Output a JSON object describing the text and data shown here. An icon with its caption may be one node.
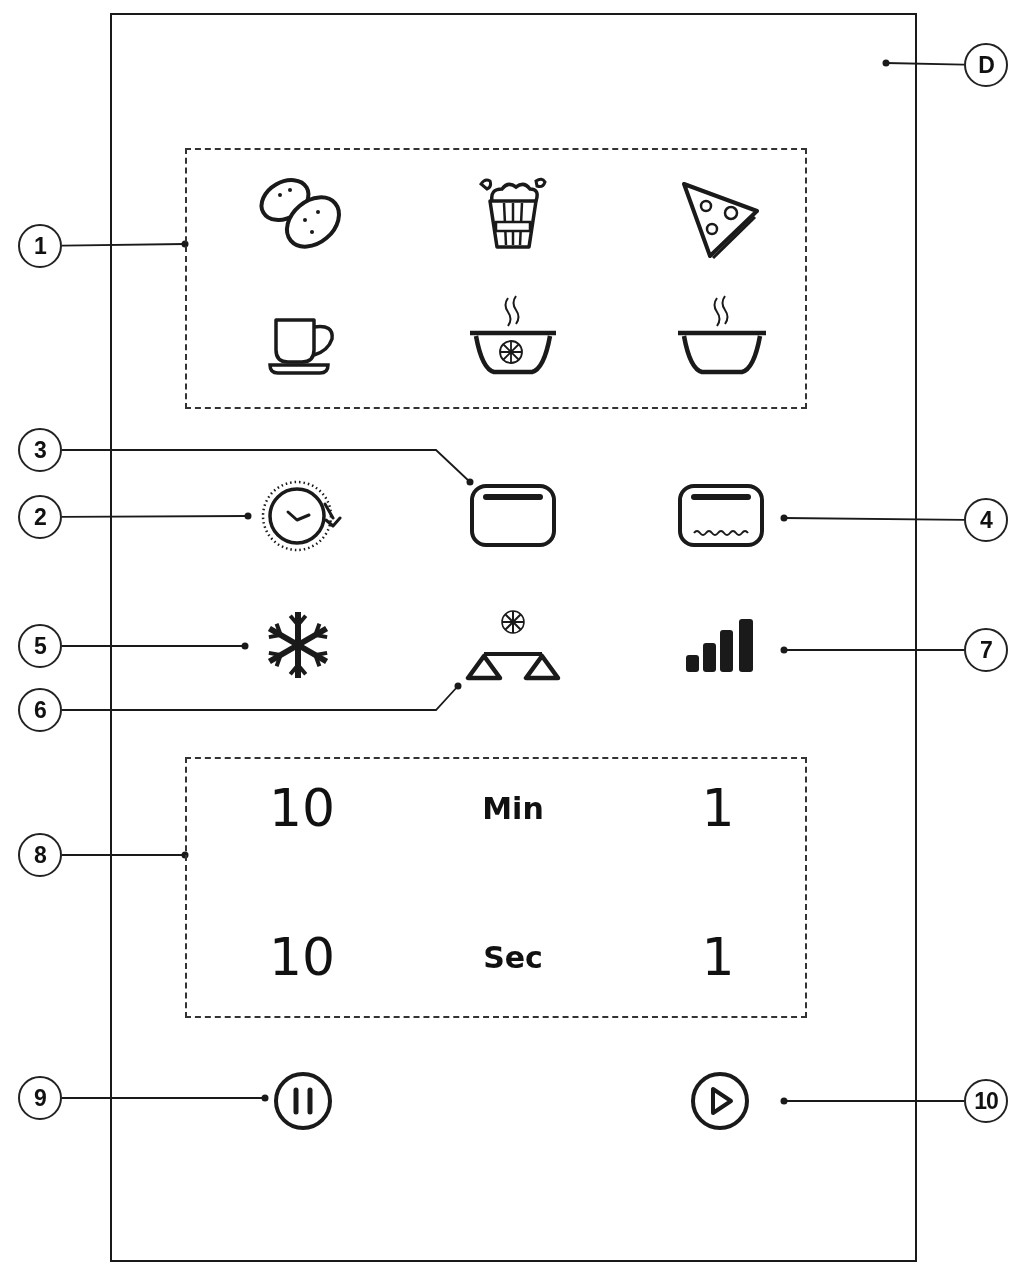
{
  "diagram": {
    "nodes": [
      {
        "text": [],
        "shape": "box"
      },
      {
        "text": [],
        "shape": "box",
        "in": 0
      },
      {
        "text": [],
        "shape": "picture",
        "in": 0
      },
      {
        "text": [],
        "shape": "picture",
        "in": 0
      },
      {
        "text": [],
        "shape": "picture",
        "in": 0
      },
      {
        "text": [],
        "shape": "picture",
        "in": 0
      },
      {
        "text": [],
        "shape": "picture",
        "in": 0
      },
      {
        "text": [],
        "shape": "picture",
        "in": 0
      },
      {
        "text": [
          "10",
          "Min",
          "1",
          "10",
          "Sec",
          "1"
        ],
        "in": 0
      },
      {
        "text": [],
        "shape": "picture",
        "in": 0
      },
      {
        "text": [],
        "shape": "picture",
        "in": 0
      },
      {
        "text": [
          "D"
        ]
      },
      {
        "text": [
          "1"
        ]
      },
      {
        "text": [
          "3"
        ]
      },
      {
        "text": [
          "2"
        ]
      },
      {
        "text": [
          "4"
        ]
      },
      {
        "text": [
          "5"
        ]
      },
      {
        "text": [
          "7"
        ]
      },
      {
        "text": [
          "6"
        ]
      },
      {
        "text": [
          "8"
        ]
      },
      {
        "text": [
          "9"
        ]
      },
      {
        "text": [
          "10"
        ]
      }
    ],
    "edges": [
      {
        "from": 11,
        "to": 0,
        "arrow": "other"
      },
      {
        "from": 12,
        "to": 1,
        "arrow": "other"
      },
      {
        "from": 13,
        "to": 3,
        "arrow": "other"
      },
      {
        "from": 14,
        "to": 2,
        "arrow": "other"
      },
      {
        "from": 15,
        "to": 4,
        "arrow": "other"
      },
      {
        "from": 16,
        "to": 5,
        "arrow": "other"
      },
      {
        "from": 17,
        "to": 7,
        "arrow": "other"
      },
      {
        "from": 18,
        "to": 6,
        "arrow": "other"
      },
      {
        "from": 19,
        "to": 8,
        "arrow": "other"
      },
      {
        "from": 20,
        "to": 9,
        "arrow": "other"
      },
      {
        "from": 21,
        "to": 10,
        "arrow": "other"
      }
    ]
  }
}
